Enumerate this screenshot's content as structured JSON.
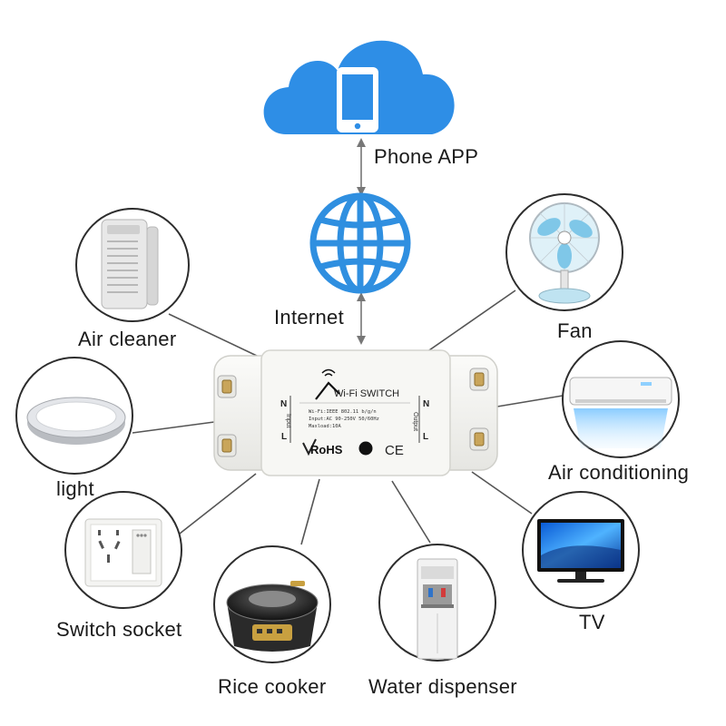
{
  "cloud": {
    "icon": "smartphone-icon"
  },
  "labels": {
    "phone_app": "Phone APP",
    "internet": "Internet",
    "air_cleaner": "Air cleaner",
    "fan": "Fan",
    "light": "light",
    "air_conditioning": "Air conditioning",
    "switch_socket": "Switch socket",
    "tv": "TV",
    "rice_cooker": "Rice cooker",
    "water_dispenser": "Water dispenser"
  },
  "device": {
    "title": "Wi-Fi SWITCH",
    "spec_1": "Wi-Fi:IEEE 802.11 b/g/n",
    "spec_2": "Input:AC 90-250V 50/60Hz",
    "spec_3": "Maxload:10A",
    "left_n": "N",
    "left_l": "L",
    "left_side": "Input",
    "right_n": "N",
    "right_l": "L",
    "right_side": "Output",
    "rohs": "RoHS",
    "ce": "CE"
  },
  "colors": {
    "cloud": "#2e8ee6",
    "globe": "#2f8fe0",
    "circle_border": "#2d2d2d",
    "device_body": "#f3f3f0",
    "connector": "#555555"
  }
}
